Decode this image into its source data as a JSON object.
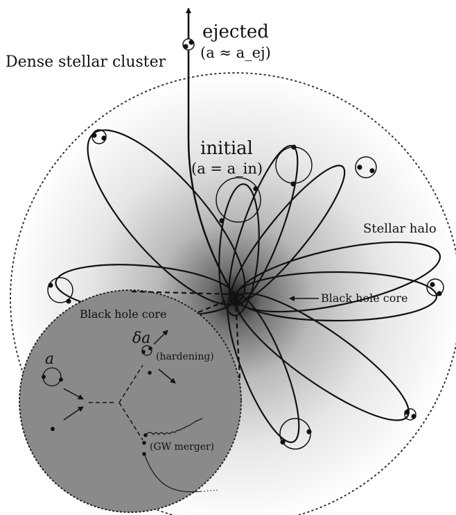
{
  "labels": {
    "ejected": "ejected",
    "ejected_condition": "(a ≈ a_ej)",
    "dense_cluster": "Dense stellar cluster",
    "initial": "initial",
    "initial_condition": "(a = a_in)",
    "stellar_halo": "Stellar halo",
    "core_pointer": "Black hole core",
    "inset_title": "Black hole core",
    "inset_a": "a",
    "inset_delta_a": "δa",
    "hardening": "(hardening)",
    "gw_merger": "(GW merger)"
  },
  "colors": {
    "ink": "#111111",
    "halo_center": "#1a1a1a",
    "inset_fill": "#8a8a8a"
  }
}
